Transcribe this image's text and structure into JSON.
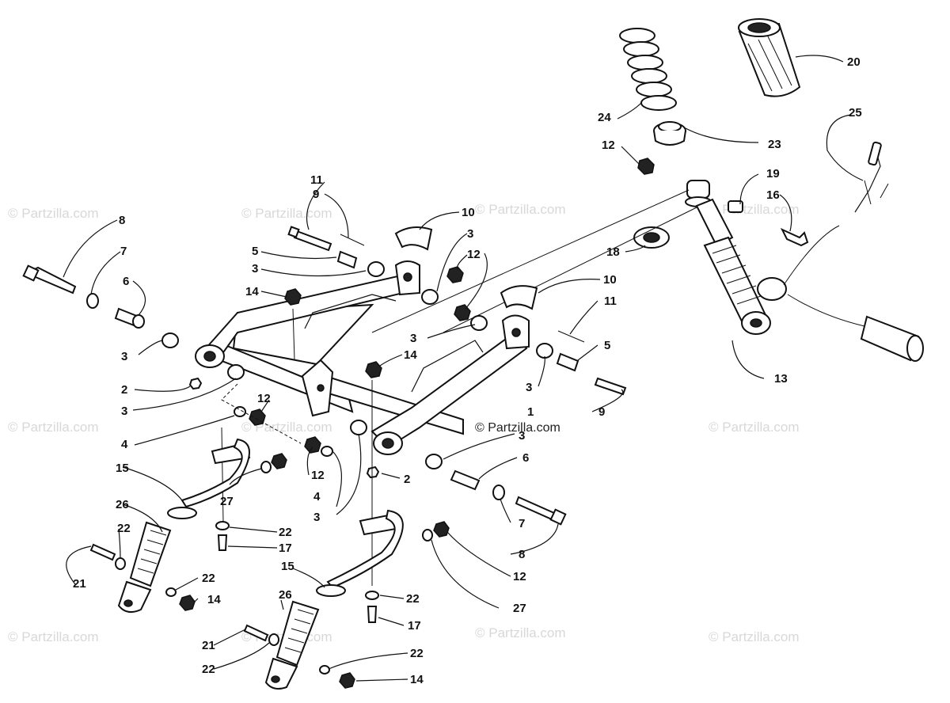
{
  "watermark_text": "© Partzilla.com",
  "callouts": [
    "1",
    "2",
    "3",
    "4",
    "5",
    "6",
    "7",
    "8",
    "9",
    "10",
    "11",
    "12",
    "13",
    "14",
    "15",
    "16",
    "17",
    "18",
    "19",
    "20",
    "21",
    "22",
    "23",
    "24",
    "25",
    "26",
    "27"
  ],
  "colors": {
    "ink": "#111111",
    "background": "#ffffff",
    "watermark": "#d8d8d8"
  }
}
